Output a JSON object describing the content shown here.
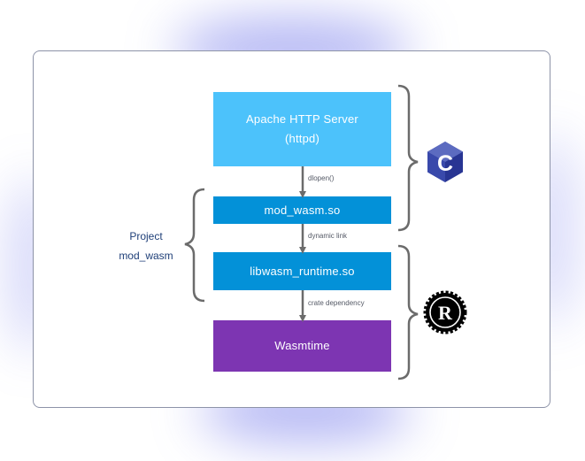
{
  "boxes": {
    "httpd": {
      "line1": "Apache HTTP Server",
      "line2": "(httpd)",
      "color": "#4cc2fb"
    },
    "mod_wasm": {
      "label": "mod_wasm.so",
      "color": "#0391d8"
    },
    "libwasm": {
      "label": "libwasm_runtime.so",
      "color": "#0391d8"
    },
    "wasmtime": {
      "label": "Wasmtime",
      "color": "#7d35b2"
    }
  },
  "connections": {
    "dlopen": "dlopen()",
    "dynamic_link": "dynamic link",
    "crate_dependency": "crate dependency"
  },
  "project": {
    "line1": "Project",
    "line2": "mod_wasm"
  },
  "logos": {
    "c": {
      "icon": "c-language-logo-icon",
      "text": "C",
      "color": "#3949ab"
    },
    "rust": {
      "icon": "rust-language-logo-icon",
      "text": "R",
      "color": "#000000"
    }
  },
  "colors": {
    "arrow": "#6b6b6b",
    "bracket": "#6b6b6b",
    "card_border": "#8d93a8"
  }
}
